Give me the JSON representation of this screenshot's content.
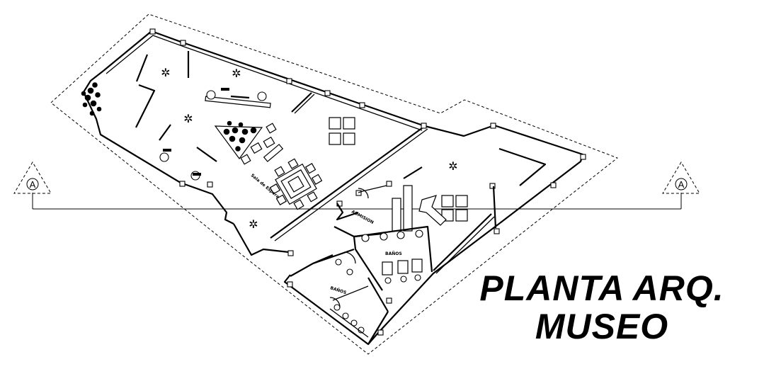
{
  "title": {
    "line1": "PLANTA ARQ.",
    "line2": "MUSEO"
  },
  "section_markers": {
    "left": "A",
    "right": "A"
  },
  "room_labels": {
    "admision": "ADMISION",
    "banos_upper": "BAÑOS",
    "banos_lower": "BAÑOS",
    "sala": "Sala de Espera"
  },
  "icons": [
    "sculpture-icon",
    "plant-icon",
    "bench-icon",
    "toilet-icon"
  ]
}
